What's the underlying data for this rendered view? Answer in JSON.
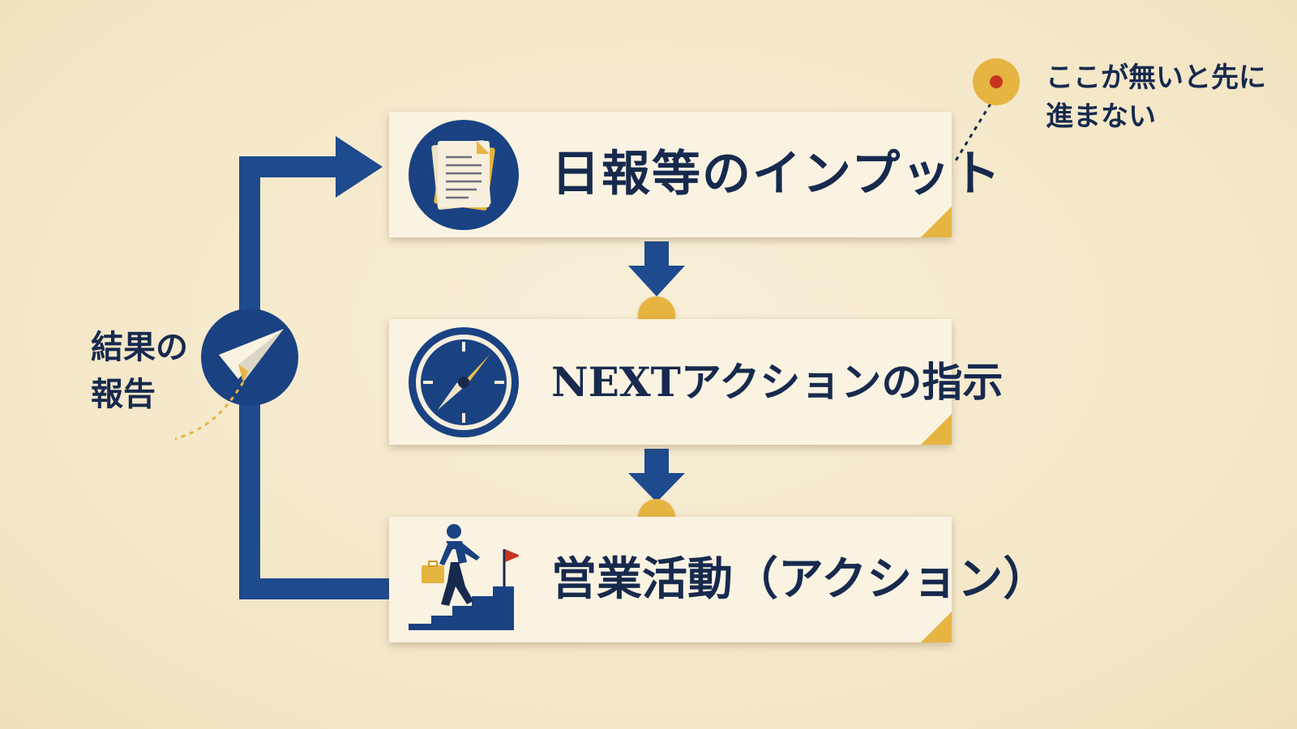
{
  "colors": {
    "navy": "#1e4a8e",
    "dark_navy": "#172a4e",
    "gold": "#e6b440",
    "red": "#c8331f",
    "card": "#faf3e2"
  },
  "steps": [
    {
      "label": "日報等のインプット",
      "icon": "documents-icon"
    },
    {
      "label": "NEXTアクションの指示",
      "icon": "compass-icon"
    },
    {
      "label": "営業活動（アクション）",
      "icon": "businessman-climbing-stairs-icon"
    }
  ],
  "feedback": {
    "label_lines": [
      "結果の",
      "報告"
    ],
    "icon": "paper-plane-icon"
  },
  "note": {
    "lines": [
      "ここが無いと先に",
      "進まない"
    ],
    "icon": "red-dot-pin-icon"
  }
}
